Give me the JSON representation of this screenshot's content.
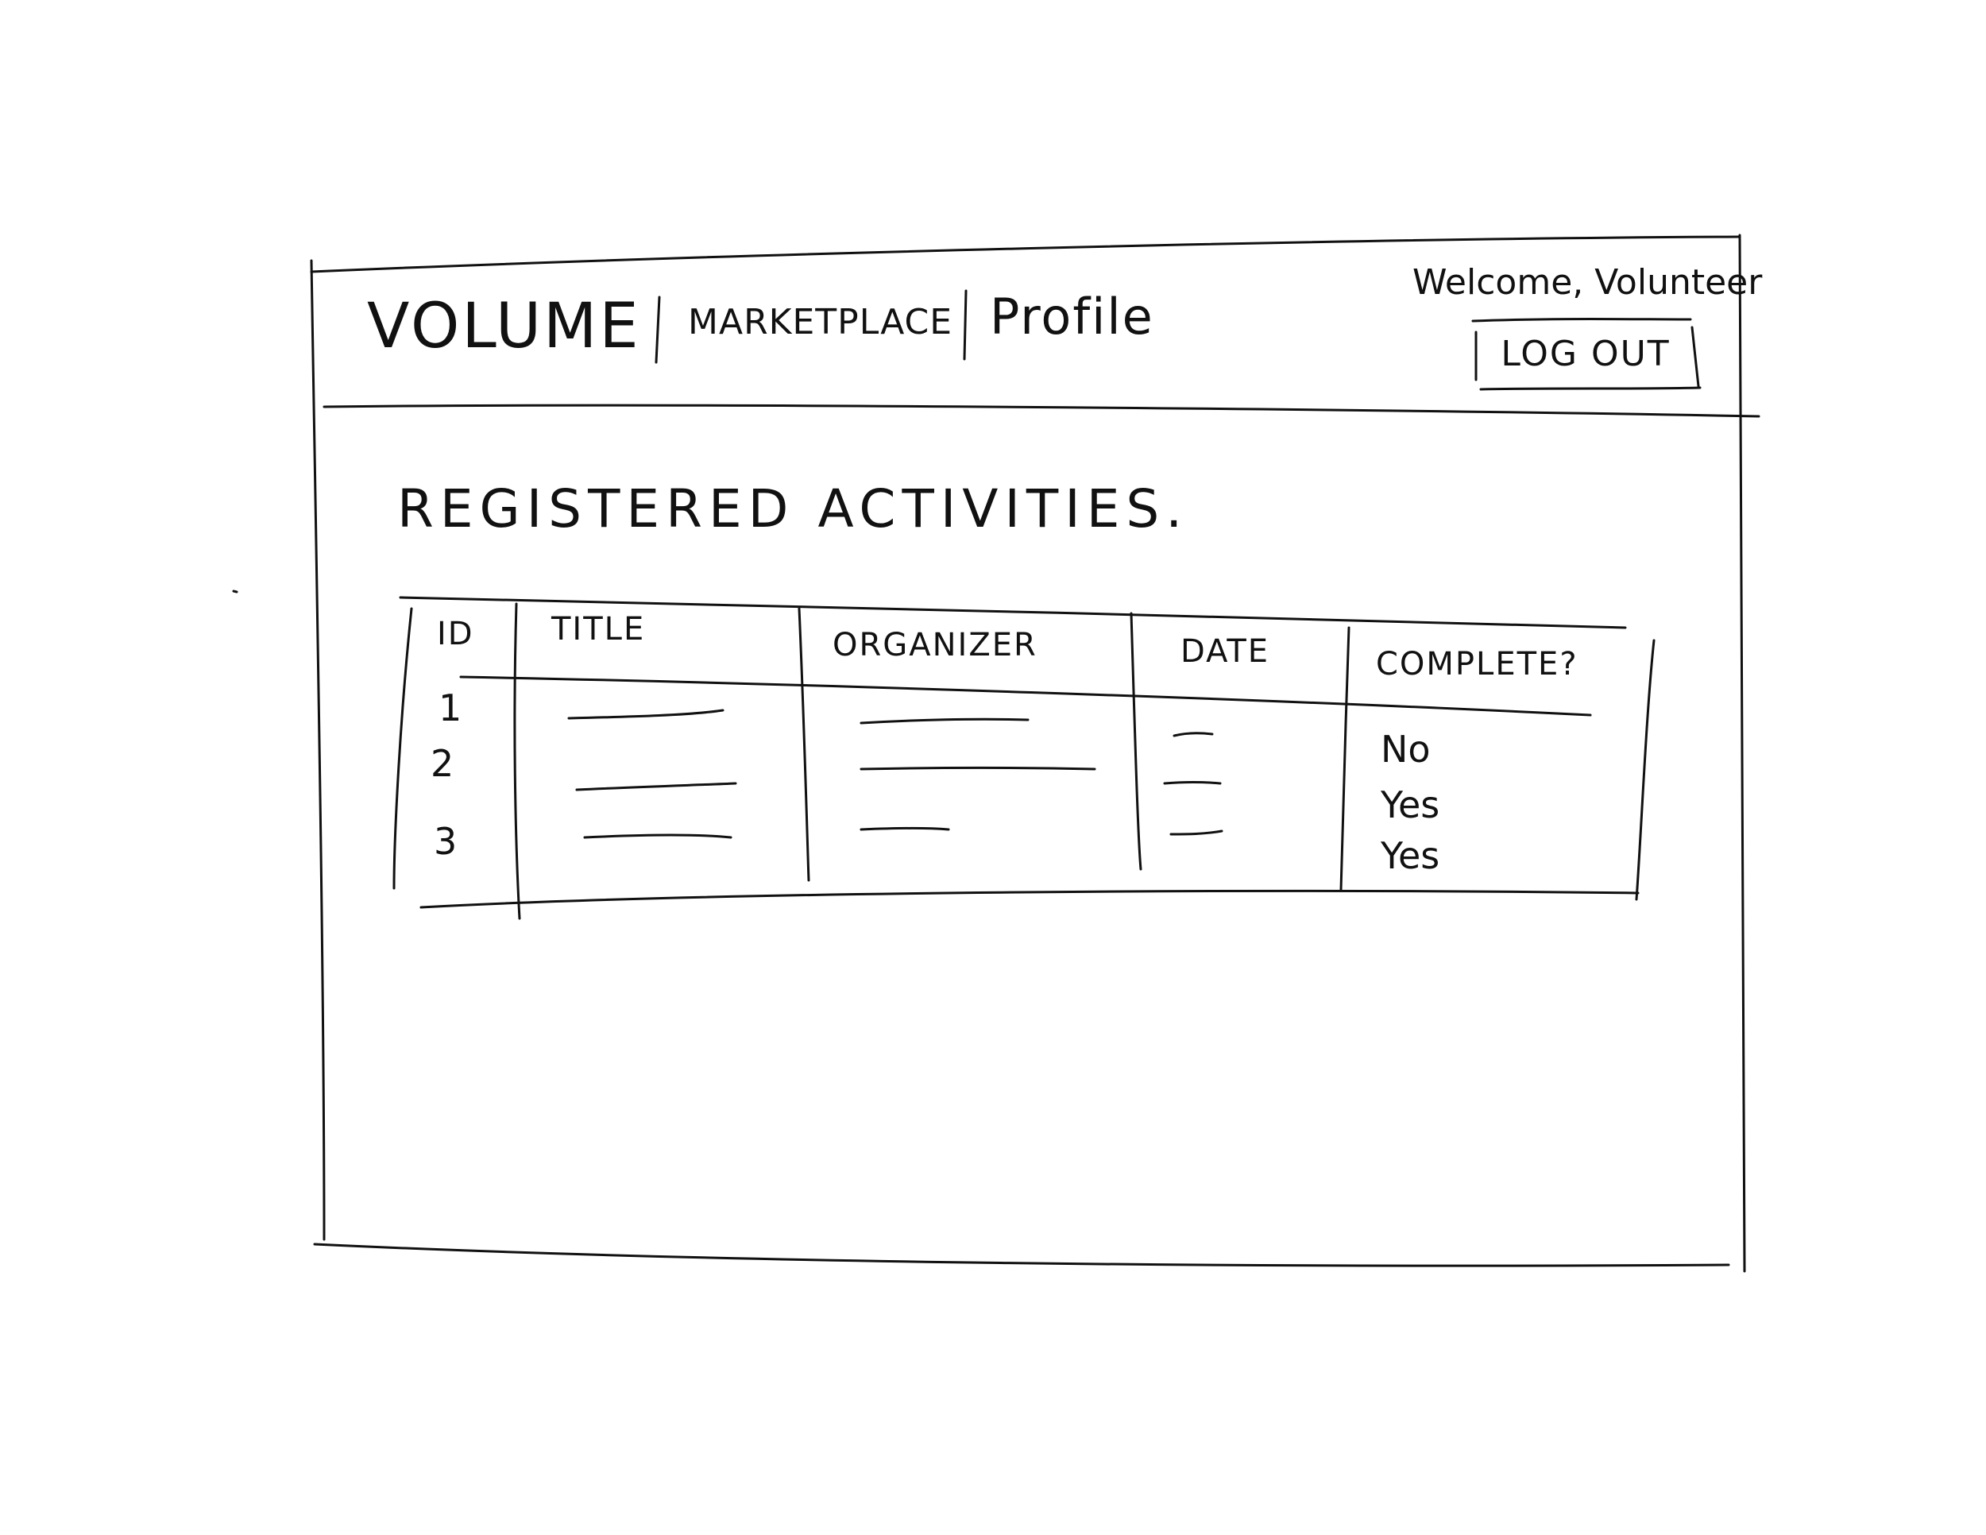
{
  "header": {
    "brand": "VOLUME",
    "nav": [
      {
        "label": "MARKETPLACE"
      },
      {
        "label": "Profile"
      }
    ],
    "welcome_text": "Welcome, Volunteer",
    "logout_label": "LOG OUT"
  },
  "main": {
    "page_title": "REGISTERED ACTIVITIES.",
    "table": {
      "columns": [
        "ID",
        "TITLE",
        "ORGANIZER",
        "DATE",
        "COMPLETE?"
      ],
      "rows": [
        {
          "id": "1",
          "title": "",
          "organizer": "",
          "date": "",
          "complete": "No"
        },
        {
          "id": "2",
          "title": "",
          "organizer": "",
          "date": "",
          "complete": "Yes"
        },
        {
          "id": "3",
          "title": "",
          "organizer": "",
          "date": "",
          "complete": "Yes"
        }
      ]
    }
  }
}
